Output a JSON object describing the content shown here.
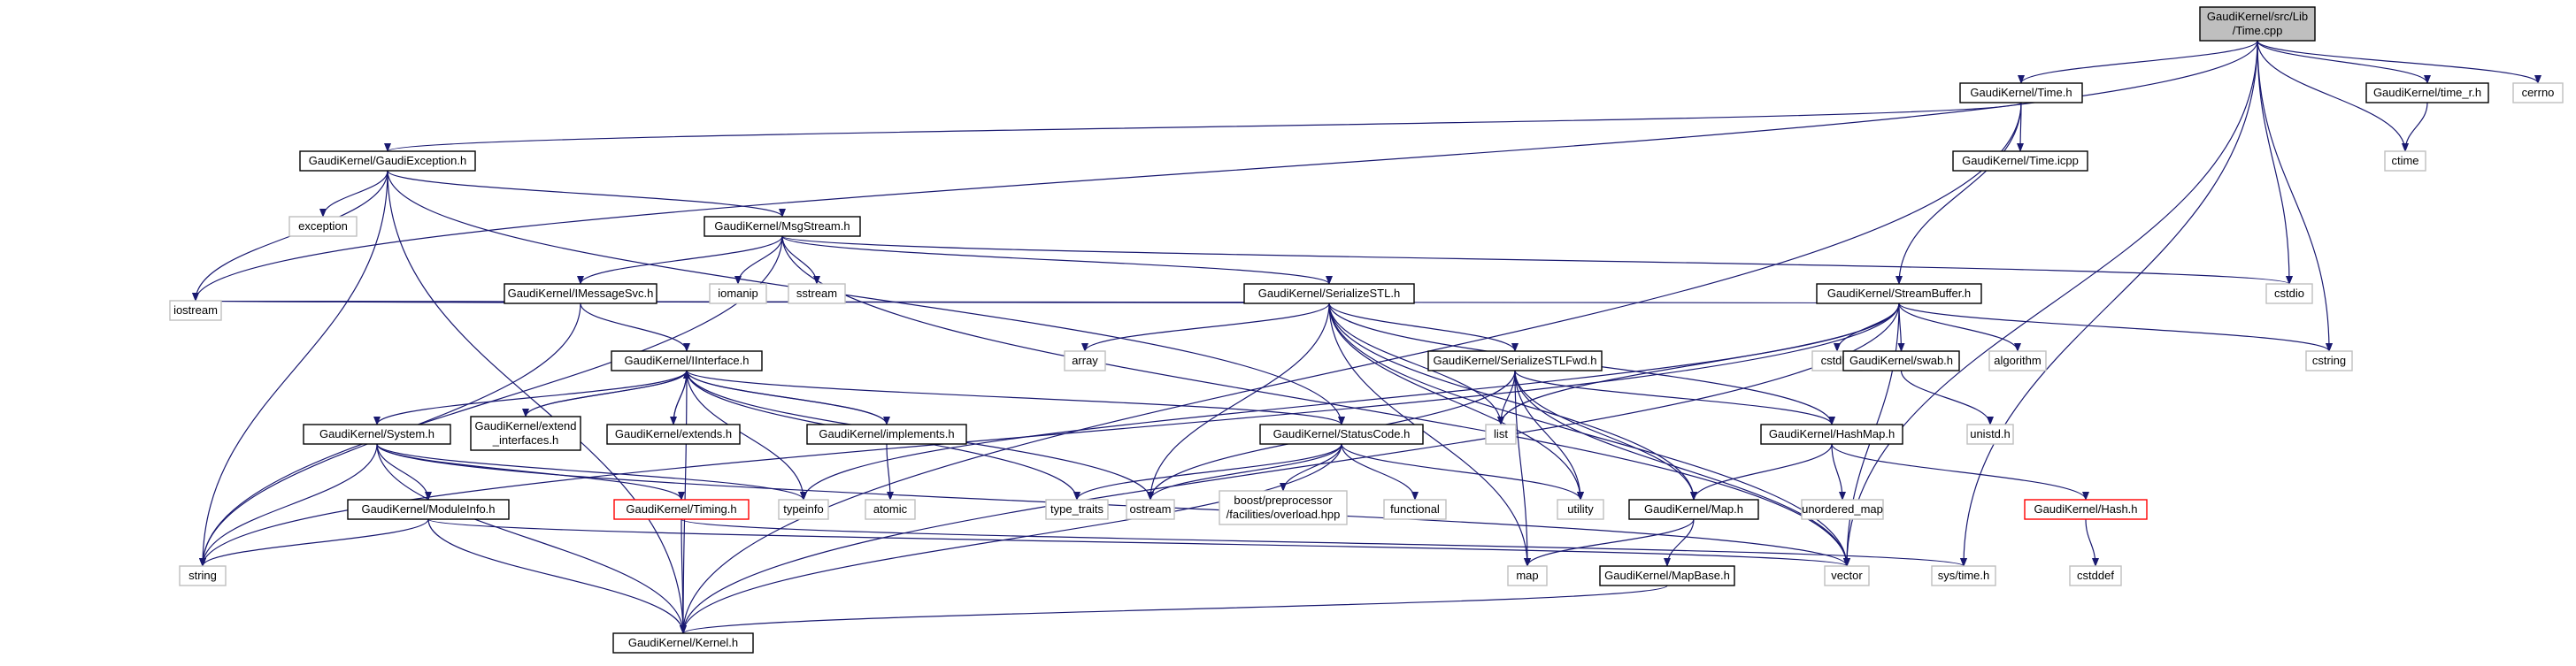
{
  "colors": {
    "edge": "#191970",
    "border_normal": "#000000",
    "border_external": "#bfbfbf",
    "border_truncated": "#ff0000",
    "fill_root": "#bfbfbf",
    "fill_normal": "#ffffff",
    "text": "#000000"
  },
  "graph": {
    "nodes": [
      {
        "id": "root",
        "lines": [
          "GaudiKernel/src/Lib",
          "/Time.cpp"
        ],
        "kind": "root"
      },
      {
        "id": "time_h",
        "lines": [
          "GaudiKernel/Time.h"
        ],
        "kind": "normal"
      },
      {
        "id": "time_r_h",
        "lines": [
          "GaudiKernel/time_r.h"
        ],
        "kind": "normal"
      },
      {
        "id": "cerrno",
        "lines": [
          "cerrno"
        ],
        "kind": "external"
      },
      {
        "id": "ctime",
        "lines": [
          "ctime"
        ],
        "kind": "external"
      },
      {
        "id": "gaudiexc",
        "lines": [
          "GaudiKernel/GaudiException.h"
        ],
        "kind": "normal"
      },
      {
        "id": "time_icpp",
        "lines": [
          "GaudiKernel/Time.icpp"
        ],
        "kind": "normal"
      },
      {
        "id": "exception",
        "lines": [
          "exception"
        ],
        "kind": "external"
      },
      {
        "id": "msgstream",
        "lines": [
          "GaudiKernel/MsgStream.h"
        ],
        "kind": "normal"
      },
      {
        "id": "imsgsvc",
        "lines": [
          "GaudiKernel/IMessageSvc.h"
        ],
        "kind": "normal"
      },
      {
        "id": "iomanip",
        "lines": [
          "iomanip"
        ],
        "kind": "external"
      },
      {
        "id": "sstream",
        "lines": [
          "sstream"
        ],
        "kind": "external"
      },
      {
        "id": "serstl",
        "lines": [
          "GaudiKernel/SerializeSTL.h"
        ],
        "kind": "normal"
      },
      {
        "id": "streambuf",
        "lines": [
          "GaudiKernel/StreamBuffer.h"
        ],
        "kind": "normal"
      },
      {
        "id": "cstdio",
        "lines": [
          "cstdio"
        ],
        "kind": "external"
      },
      {
        "id": "iostream",
        "lines": [
          "iostream"
        ],
        "kind": "external"
      },
      {
        "id": "iinterface",
        "lines": [
          "GaudiKernel/IInterface.h"
        ],
        "kind": "normal"
      },
      {
        "id": "array",
        "lines": [
          "array"
        ],
        "kind": "external"
      },
      {
        "id": "serstlfwd",
        "lines": [
          "GaudiKernel/SerializeSTLFwd.h"
        ],
        "kind": "normal"
      },
      {
        "id": "cstdlib",
        "lines": [
          "cstdlib"
        ],
        "kind": "external"
      },
      {
        "id": "swab",
        "lines": [
          "GaudiKernel/swab.h"
        ],
        "kind": "normal"
      },
      {
        "id": "algorithm",
        "lines": [
          "algorithm"
        ],
        "kind": "external"
      },
      {
        "id": "cstring",
        "lines": [
          "cstring"
        ],
        "kind": "external"
      },
      {
        "id": "unistd",
        "lines": [
          "unistd.h"
        ],
        "kind": "external"
      },
      {
        "id": "system",
        "lines": [
          "GaudiKernel/System.h"
        ],
        "kind": "normal"
      },
      {
        "id": "extend_if",
        "lines": [
          "GaudiKernel/extend",
          "_interfaces.h"
        ],
        "kind": "normal"
      },
      {
        "id": "extends",
        "lines": [
          "GaudiKernel/extends.h"
        ],
        "kind": "normal"
      },
      {
        "id": "implements",
        "lines": [
          "GaudiKernel/implements.h"
        ],
        "kind": "normal"
      },
      {
        "id": "statuscode",
        "lines": [
          "GaudiKernel/StatusCode.h"
        ],
        "kind": "normal"
      },
      {
        "id": "list",
        "lines": [
          "list"
        ],
        "kind": "external"
      },
      {
        "id": "hashmap",
        "lines": [
          "GaudiKernel/HashMap.h"
        ],
        "kind": "normal"
      },
      {
        "id": "atomic",
        "lines": [
          "atomic"
        ],
        "kind": "external"
      },
      {
        "id": "typeinfo",
        "lines": [
          "typeinfo"
        ],
        "kind": "external"
      },
      {
        "id": "type_traits",
        "lines": [
          "type_traits"
        ],
        "kind": "external"
      },
      {
        "id": "ostream",
        "lines": [
          "ostream"
        ],
        "kind": "external"
      },
      {
        "id": "overload",
        "lines": [
          "boost/preprocessor",
          "/facilities/overload.hpp"
        ],
        "kind": "external"
      },
      {
        "id": "functional",
        "lines": [
          "functional"
        ],
        "kind": "external"
      },
      {
        "id": "utility",
        "lines": [
          "utility"
        ],
        "kind": "external"
      },
      {
        "id": "map_h",
        "lines": [
          "GaudiKernel/Map.h"
        ],
        "kind": "normal"
      },
      {
        "id": "unordered_map",
        "lines": [
          "unordered_map"
        ],
        "kind": "external"
      },
      {
        "id": "hash_h",
        "lines": [
          "GaudiKernel/Hash.h"
        ],
        "kind": "truncated"
      },
      {
        "id": "moduleinfo",
        "lines": [
          "GaudiKernel/ModuleInfo.h"
        ],
        "kind": "normal"
      },
      {
        "id": "timing",
        "lines": [
          "GaudiKernel/Timing.h"
        ],
        "kind": "truncated"
      },
      {
        "id": "string",
        "lines": [
          "string"
        ],
        "kind": "external"
      },
      {
        "id": "map",
        "lines": [
          "map"
        ],
        "kind": "external"
      },
      {
        "id": "vector",
        "lines": [
          "vector"
        ],
        "kind": "external"
      },
      {
        "id": "mapbase",
        "lines": [
          "GaudiKernel/MapBase.h"
        ],
        "kind": "normal"
      },
      {
        "id": "systime",
        "lines": [
          "sys/time.h"
        ],
        "kind": "external"
      },
      {
        "id": "cstddef",
        "lines": [
          "cstddef"
        ],
        "kind": "external"
      },
      {
        "id": "kernel",
        "lines": [
          "GaudiKernel/Kernel.h"
        ],
        "kind": "normal"
      }
    ],
    "edges": [
      [
        "root",
        "time_h"
      ],
      [
        "root",
        "time_r_h"
      ],
      [
        "root",
        "cerrno"
      ],
      [
        "root",
        "ctime"
      ],
      [
        "root",
        "cstdio"
      ],
      [
        "root",
        "cstring"
      ],
      [
        "root",
        "iostream"
      ],
      [
        "root",
        "systime"
      ],
      [
        "root",
        "vector"
      ],
      [
        "time_r_h",
        "ctime"
      ],
      [
        "time_h",
        "gaudiexc"
      ],
      [
        "time_h",
        "time_icpp"
      ],
      [
        "time_h",
        "streambuf"
      ],
      [
        "time_h",
        "kernel"
      ],
      [
        "gaudiexc",
        "exception"
      ],
      [
        "gaudiexc",
        "msgstream"
      ],
      [
        "gaudiexc",
        "iostream"
      ],
      [
        "gaudiexc",
        "string"
      ],
      [
        "gaudiexc",
        "kernel"
      ],
      [
        "gaudiexc",
        "statuscode"
      ],
      [
        "msgstream",
        "imsgsvc"
      ],
      [
        "msgstream",
        "iomanip"
      ],
      [
        "msgstream",
        "sstream"
      ],
      [
        "msgstream",
        "serstl"
      ],
      [
        "msgstream",
        "cstdio"
      ],
      [
        "msgstream",
        "string"
      ],
      [
        "msgstream",
        "vector"
      ],
      [
        "imsgsvc",
        "iinterface"
      ],
      [
        "imsgsvc",
        "iostream"
      ],
      [
        "imsgsvc",
        "string"
      ],
      [
        "serstl",
        "iostream"
      ],
      [
        "serstl",
        "array"
      ],
      [
        "serstl",
        "serstlfwd"
      ],
      [
        "serstl",
        "list"
      ],
      [
        "serstl",
        "map"
      ],
      [
        "serstl",
        "ostream"
      ],
      [
        "serstl",
        "utility"
      ],
      [
        "serstl",
        "vector"
      ],
      [
        "serstl",
        "hashmap"
      ],
      [
        "serstl",
        "map_h"
      ],
      [
        "streambuf",
        "cstdlib"
      ],
      [
        "streambuf",
        "swab"
      ],
      [
        "streambuf",
        "algorithm"
      ],
      [
        "streambuf",
        "cstring"
      ],
      [
        "streambuf",
        "iostream"
      ],
      [
        "streambuf",
        "list"
      ],
      [
        "streambuf",
        "string"
      ],
      [
        "streambuf",
        "vector"
      ],
      [
        "streambuf",
        "typeinfo"
      ],
      [
        "streambuf",
        "kernel"
      ],
      [
        "swab",
        "unistd"
      ],
      [
        "iinterface",
        "system"
      ],
      [
        "iinterface",
        "extend_if"
      ],
      [
        "iinterface",
        "extends"
      ],
      [
        "iinterface",
        "implements"
      ],
      [
        "iinterface",
        "statuscode"
      ],
      [
        "iinterface",
        "typeinfo"
      ],
      [
        "iinterface",
        "ostream"
      ],
      [
        "iinterface",
        "type_traits"
      ],
      [
        "iinterface",
        "kernel"
      ],
      [
        "extend_if",
        "iinterface"
      ],
      [
        "extends",
        "iinterface"
      ],
      [
        "implements",
        "iinterface"
      ],
      [
        "implements",
        "atomic"
      ],
      [
        "serstlfwd",
        "list"
      ],
      [
        "serstlfwd",
        "ostream"
      ],
      [
        "serstlfwd",
        "map"
      ],
      [
        "serstlfwd",
        "utility"
      ],
      [
        "serstlfwd",
        "vector"
      ],
      [
        "serstlfwd",
        "hashmap"
      ],
      [
        "serstlfwd",
        "map_h"
      ],
      [
        "system",
        "moduleinfo"
      ],
      [
        "system",
        "timing"
      ],
      [
        "system",
        "typeinfo"
      ],
      [
        "system",
        "string"
      ],
      [
        "system",
        "vector"
      ],
      [
        "system",
        "kernel"
      ],
      [
        "statuscode",
        "type_traits"
      ],
      [
        "statuscode",
        "ostream"
      ],
      [
        "statuscode",
        "overload"
      ],
      [
        "statuscode",
        "functional"
      ],
      [
        "statuscode",
        "utility"
      ],
      [
        "statuscode",
        "kernel"
      ],
      [
        "hashmap",
        "unordered_map"
      ],
      [
        "hashmap",
        "hash_h"
      ],
      [
        "hashmap",
        "map_h"
      ],
      [
        "hash_h",
        "cstddef"
      ],
      [
        "map_h",
        "map"
      ],
      [
        "map_h",
        "mapbase"
      ],
      [
        "mapbase",
        "kernel"
      ],
      [
        "moduleinfo",
        "string"
      ],
      [
        "moduleinfo",
        "vector"
      ],
      [
        "moduleinfo",
        "kernel"
      ],
      [
        "timing",
        "systime"
      ],
      [
        "timing",
        "kernel"
      ]
    ]
  }
}
